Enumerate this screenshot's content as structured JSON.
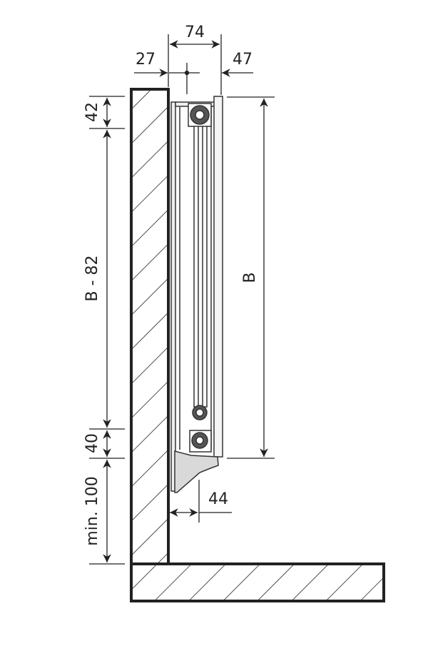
{
  "dimensions": {
    "width_total": "74",
    "wall_gap": "27",
    "front_offset": "47",
    "top_offset": "42",
    "pipe_span": "B - 82",
    "bottom_offset": "40",
    "floor_clearance": "min. 100",
    "height": "B",
    "bracket_depth": "44"
  },
  "colors": {
    "line": "#222222",
    "bracket": "#d9d9d9"
  }
}
